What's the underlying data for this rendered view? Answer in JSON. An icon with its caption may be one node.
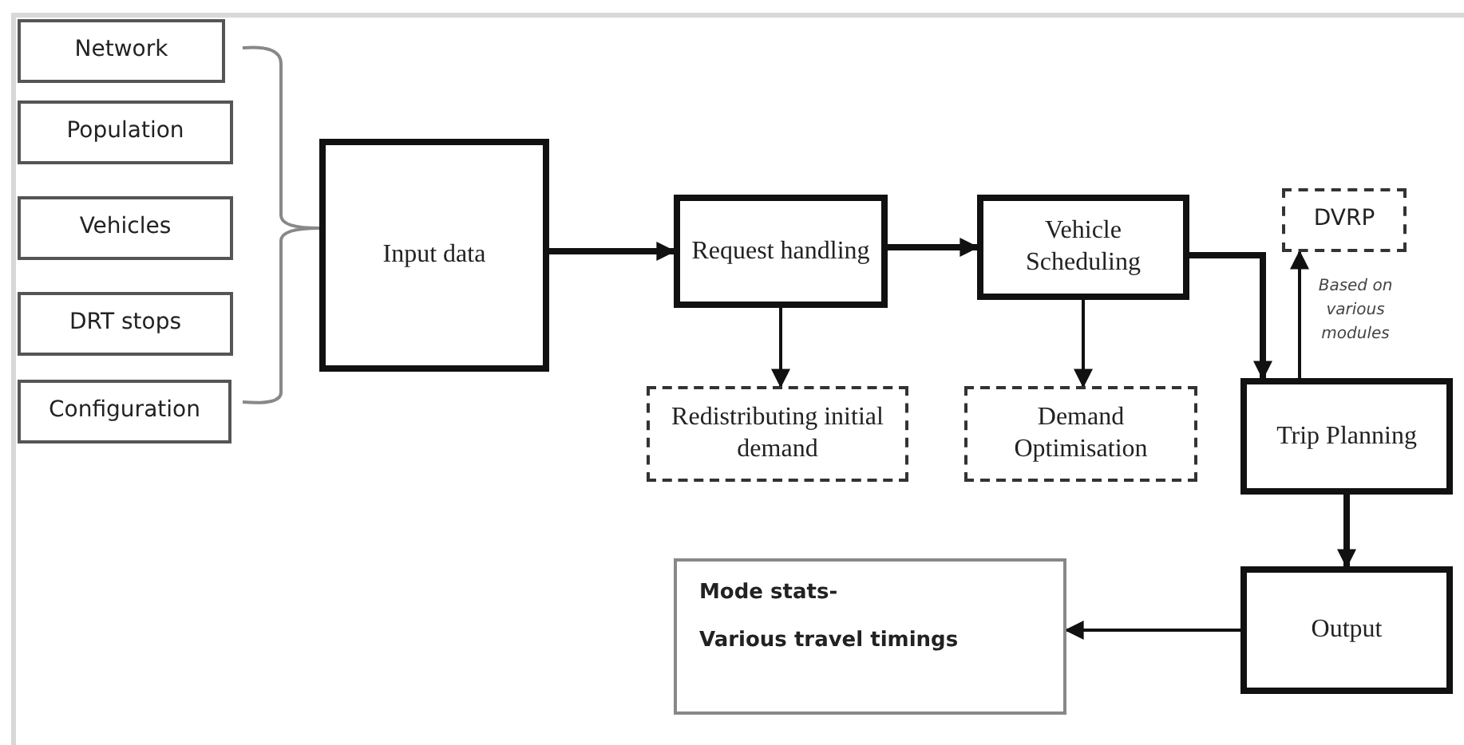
{
  "diagram": {
    "nodes": [
      {
        "text": [
          "Network"
        ]
      },
      {
        "text": [
          "Population"
        ]
      },
      {
        "text": [
          "Vehicles"
        ]
      },
      {
        "text": [
          "DRT stops"
        ]
      },
      {
        "text": [
          "Configuration"
        ]
      },
      {
        "text": [
          "Input data"
        ]
      },
      {
        "text": [
          "Request handling"
        ]
      },
      {
        "text": [
          "Vehicle Scheduling"
        ]
      },
      {
        "text": [
          "DVRP"
        ]
      },
      {
        "text": [
          "Redistributing initial demand"
        ]
      },
      {
        "text": [
          "Demand Optimisation"
        ]
      },
      {
        "text": [
          "Trip Planning"
        ]
      },
      {
        "text": [
          "Output"
        ]
      },
      {
        "text": [
          "Mode stats-",
          "Various travel timings"
        ]
      }
    ],
    "edges": [
      {
        "from": 5,
        "to": 6,
        "arrow": "to",
        "style": "thick"
      },
      {
        "from": 6,
        "to": 7,
        "arrow": "to",
        "style": "thick"
      },
      {
        "from": 6,
        "to": 9,
        "arrow": "to"
      },
      {
        "from": 7,
        "to": 10,
        "arrow": "to"
      },
      {
        "from": 7,
        "to": 11,
        "arrow": "to",
        "style": "thick"
      },
      {
        "from": 11,
        "to": 8,
        "arrow": "to",
        "label": "Based on various modules"
      },
      {
        "from": 11,
        "to": 12,
        "arrow": "to",
        "style": "thick"
      },
      {
        "from": 12,
        "to": 13,
        "arrow": "to"
      }
    ]
  }
}
